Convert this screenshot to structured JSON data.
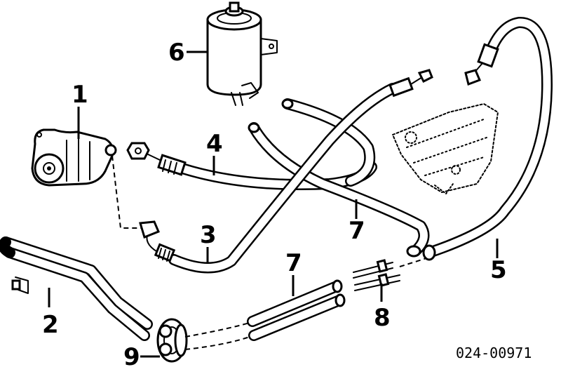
{
  "diagram": {
    "reference_code": "024-00971",
    "callouts": [
      {
        "id": "c1",
        "label": "1"
      },
      {
        "id": "c2",
        "label": "2"
      },
      {
        "id": "c3",
        "label": "3"
      },
      {
        "id": "c4",
        "label": "4"
      },
      {
        "id": "c5",
        "label": "5"
      },
      {
        "id": "c6",
        "label": "6"
      },
      {
        "id": "c7a",
        "label": "7"
      },
      {
        "id": "c7b",
        "label": "7"
      },
      {
        "id": "c8",
        "label": "8"
      },
      {
        "id": "c9",
        "label": "9"
      }
    ]
  }
}
